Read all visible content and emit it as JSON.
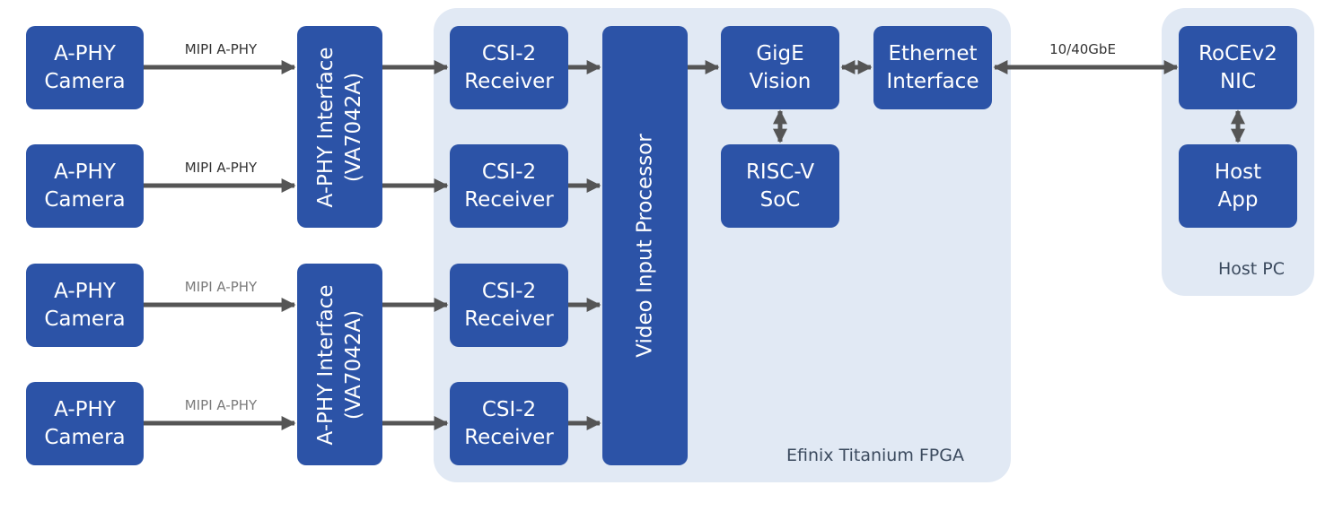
{
  "regions": {
    "fpga": "Efinix Titanium FPGA",
    "host": "Host PC"
  },
  "cameras": [
    {
      "line1": "A-PHY",
      "line2": "Camera"
    },
    {
      "line1": "A-PHY",
      "line2": "Camera"
    },
    {
      "line1": "A-PHY",
      "line2": "Camera"
    },
    {
      "line1": "A-PHY",
      "line2": "Camera"
    }
  ],
  "links": {
    "mipi": [
      "MIPI A-PHY",
      "MIPI A-PHY",
      "MIPI A-PHY",
      "MIPI A-PHY"
    ],
    "ethernet": "10/40GbE"
  },
  "aphy_interfaces": [
    {
      "line1": "A-PHY Interface",
      "line2": "(VA7042A)"
    },
    {
      "line1": "A-PHY Interface",
      "line2": "(VA7042A)"
    }
  ],
  "csi_receivers": [
    {
      "line1": "CSI-2",
      "line2": "Receiver"
    },
    {
      "line1": "CSI-2",
      "line2": "Receiver"
    },
    {
      "line1": "CSI-2",
      "line2": "Receiver"
    },
    {
      "line1": "CSI-2",
      "line2": "Receiver"
    }
  ],
  "video_processor": "Video Input Processor",
  "gige": {
    "line1": "GigE",
    "line2": "Vision"
  },
  "risc": {
    "line1": "RISC-V",
    "line2": "SoC"
  },
  "ethernet_if": {
    "line1": "Ethernet",
    "line2": "Interface"
  },
  "nic": {
    "line1": "RoCEv2",
    "line2": "NIC"
  },
  "host_app": {
    "line1": "Host",
    "line2": "App"
  },
  "colors": {
    "block": "#2c53a7",
    "region": "#e1e9f4",
    "arrow": "#555555"
  }
}
